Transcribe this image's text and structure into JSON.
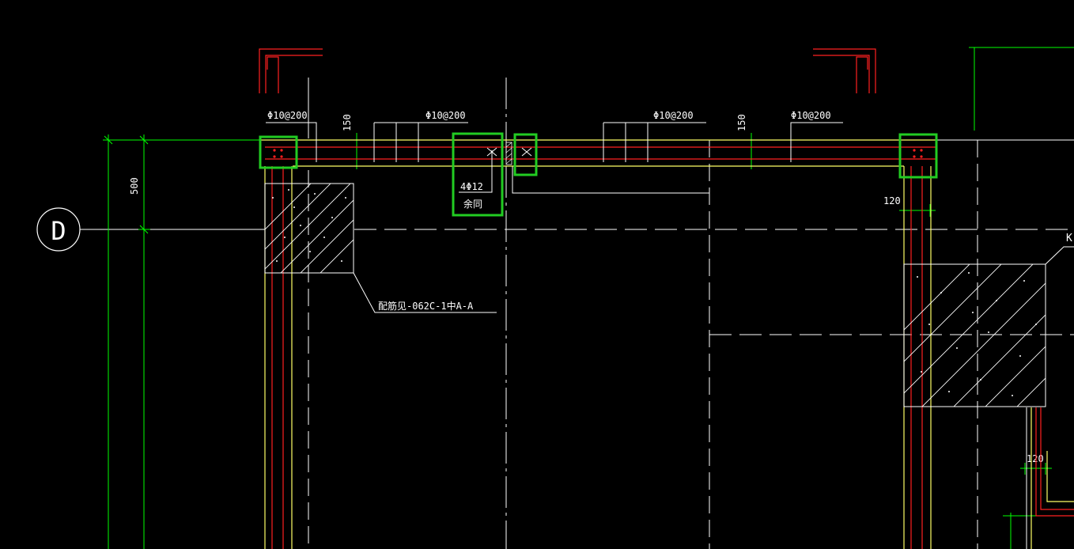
{
  "colors": {
    "background": "#000000",
    "dimension": "#00ff00",
    "wall_outline": "#ffff66",
    "rebar": "#ff2020",
    "text": "#ffffff",
    "highlight": "#22cc22"
  },
  "grid": {
    "axis_label": "D"
  },
  "dimensions": {
    "vertical_500": "500",
    "spacing_150_left": "150",
    "spacing_150_right": "150",
    "width_120_top": "120",
    "width_120_bottom": "120"
  },
  "rebar_labels": {
    "top_left": "Φ10@200",
    "top_mid_left": "Φ10@200",
    "top_mid_right": "Φ10@200",
    "top_right": "Φ10@200",
    "main_bars": "4Φ12",
    "main_bars_note": "余同"
  },
  "notes": {
    "section_ref": "配筋见-062C-1中A-A",
    "edge_fragment": "K"
  }
}
